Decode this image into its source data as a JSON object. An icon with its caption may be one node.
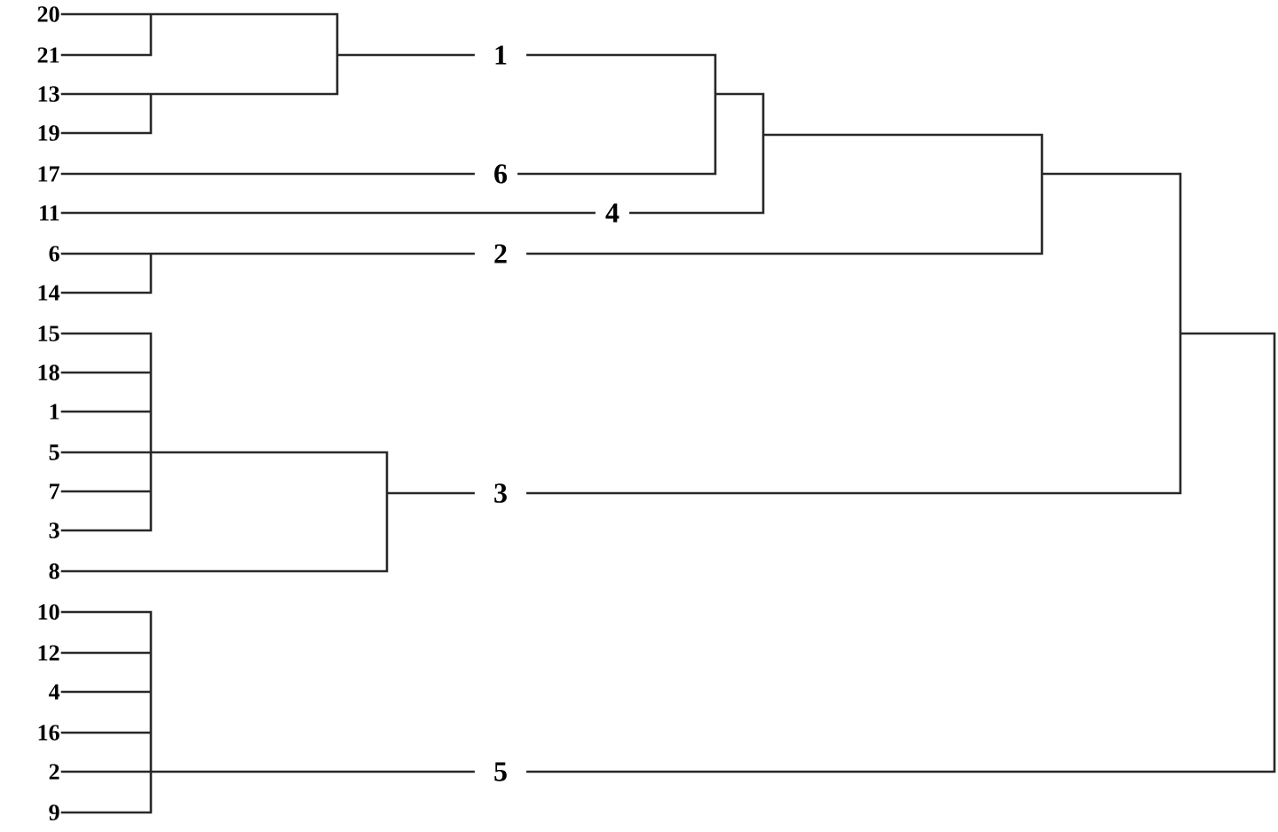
{
  "diagram": {
    "nodes": [
      {
        "text": [
          "20"
        ]
      },
      {
        "text": [
          "21"
        ]
      },
      {
        "text": [
          "13"
        ]
      },
      {
        "text": [
          "19"
        ]
      },
      {
        "text": [
          "17"
        ]
      },
      {
        "text": [
          "11"
        ]
      },
      {
        "text": [
          "6"
        ]
      },
      {
        "text": [
          "14"
        ]
      },
      {
        "text": [
          "15"
        ]
      },
      {
        "text": [
          "18"
        ]
      },
      {
        "text": [
          "1"
        ]
      },
      {
        "text": [
          "5"
        ]
      },
      {
        "text": [
          "7"
        ]
      },
      {
        "text": [
          "3"
        ]
      },
      {
        "text": [
          "8"
        ]
      },
      {
        "text": [
          "10"
        ]
      },
      {
        "text": [
          "12"
        ]
      },
      {
        "text": [
          "4"
        ]
      },
      {
        "text": [
          "16"
        ]
      },
      {
        "text": [
          "2"
        ]
      },
      {
        "text": [
          "9"
        ]
      },
      {
        "text": [
          "1"
        ]
      },
      {
        "text": [
          "6"
        ]
      },
      {
        "text": [
          "4"
        ]
      },
      {
        "text": [
          "2"
        ]
      },
      {
        "text": [
          "3"
        ]
      },
      {
        "text": [
          "5"
        ]
      }
    ],
    "edges": [
      {
        "from": 0,
        "to": 21,
        "arrow": "none"
      },
      {
        "from": 1,
        "to": 21,
        "arrow": "none"
      },
      {
        "from": 2,
        "to": 21,
        "arrow": "none"
      },
      {
        "from": 3,
        "to": 21,
        "arrow": "none"
      },
      {
        "from": 4,
        "to": 22,
        "arrow": "none"
      },
      {
        "from": 5,
        "to": 23,
        "arrow": "none"
      },
      {
        "from": 6,
        "to": 24,
        "arrow": "none"
      },
      {
        "from": 7,
        "to": 24,
        "arrow": "none"
      },
      {
        "from": 8,
        "to": 25,
        "arrow": "none"
      },
      {
        "from": 9,
        "to": 25,
        "arrow": "none"
      },
      {
        "from": 10,
        "to": 25,
        "arrow": "none"
      },
      {
        "from": 11,
        "to": 25,
        "arrow": "none"
      },
      {
        "from": 12,
        "to": 25,
        "arrow": "none"
      },
      {
        "from": 13,
        "to": 25,
        "arrow": "none"
      },
      {
        "from": 14,
        "to": 25,
        "arrow": "none"
      },
      {
        "from": 15,
        "to": 26,
        "arrow": "none"
      },
      {
        "from": 16,
        "to": 26,
        "arrow": "none"
      },
      {
        "from": 17,
        "to": 26,
        "arrow": "none"
      },
      {
        "from": 18,
        "to": 26,
        "arrow": "none"
      },
      {
        "from": 19,
        "to": 26,
        "arrow": "none"
      },
      {
        "from": 20,
        "to": 26,
        "arrow": "none"
      },
      {
        "from": 21,
        "to": 22,
        "arrow": "none"
      },
      {
        "from": 22,
        "to": 23,
        "arrow": "none"
      },
      {
        "from": 23,
        "to": 24,
        "arrow": "none"
      },
      {
        "from": 24,
        "to": 25,
        "arrow": "none"
      },
      {
        "from": 25,
        "to": 26,
        "arrow": "none"
      }
    ]
  }
}
